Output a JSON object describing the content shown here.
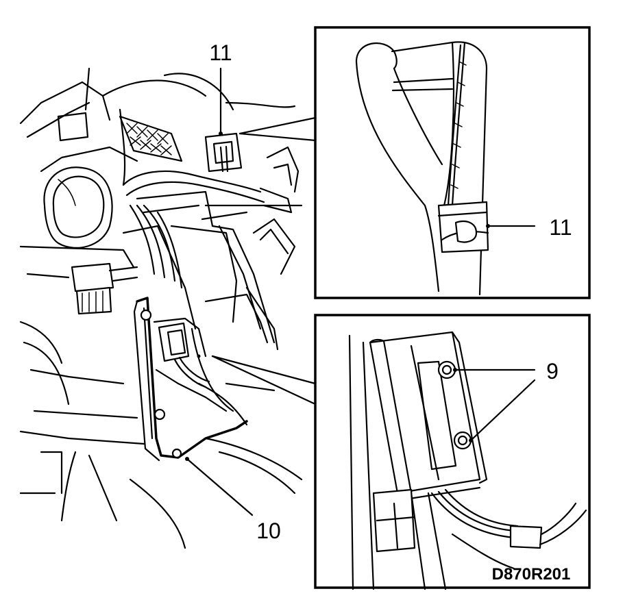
{
  "callouts": {
    "main_11": "11",
    "main_10": "10",
    "inset_top_11": "11",
    "inset_bottom_9": "9"
  },
  "figure_code": "D870R201",
  "colors": {
    "line": "#000000",
    "background": "#ffffff"
  }
}
